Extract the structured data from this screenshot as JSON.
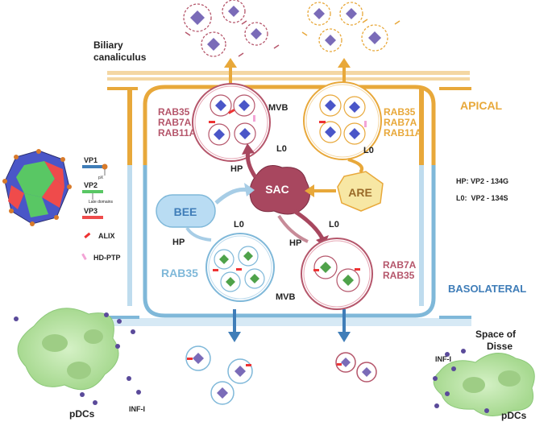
{
  "labels": {
    "biliary": [
      "Biliary",
      "canaliculus"
    ],
    "apical": "APICAL",
    "basolateral": "BASOLATERAL",
    "space_of_disse": [
      "Space of",
      "Disse"
    ],
    "pdcs_left": "pDCs",
    "pdcs_right": "pDCs",
    "infi_left": "INF-I",
    "infi_right": "INF-I",
    "mvb_top": "MVB",
    "mvb_bottom": "MVB"
  },
  "compartments": {
    "sac": "SAC",
    "are": "ARE",
    "bee": "BEE"
  },
  "rab_groups": {
    "top_left": [
      "RAB35",
      "RAB7A",
      "RAB11A"
    ],
    "top_right": [
      "RAB35",
      "RAB7A",
      "RAB11A"
    ],
    "bottom_left": [
      "RAB35"
    ],
    "bottom_right": [
      "RAB7A",
      "RAB35"
    ]
  },
  "pathway_labels": {
    "hp_top": "HP",
    "l0_top": "L0",
    "l0_are": "L0",
    "l0_bee": "L0",
    "hp_bee": "HP",
    "l0_mid": "L0",
    "hp_mid": "HP"
  },
  "legend": {
    "vp1": "VP1",
    "vp1_sub": "pX",
    "vp2": "VP2",
    "vp2_sub": "Late domains",
    "vp3": "VP3",
    "alix": "ALIX",
    "hdptp": "HD-PTP"
  },
  "definitions": {
    "hp": "HP: VP2 - 134G",
    "l0": "L0:  VP2 - 134S"
  },
  "colors": {
    "apical": "#e8a83a",
    "basolateral": "#7fb8d9",
    "rab_pink": "#b5566b",
    "sac": "#a8475f",
    "are_fill": "#f7e7a4",
    "bee_fill": "#b9dcf3",
    "bee_text": "#3f7db8",
    "pdc_green": "#b9e3a1"
  }
}
